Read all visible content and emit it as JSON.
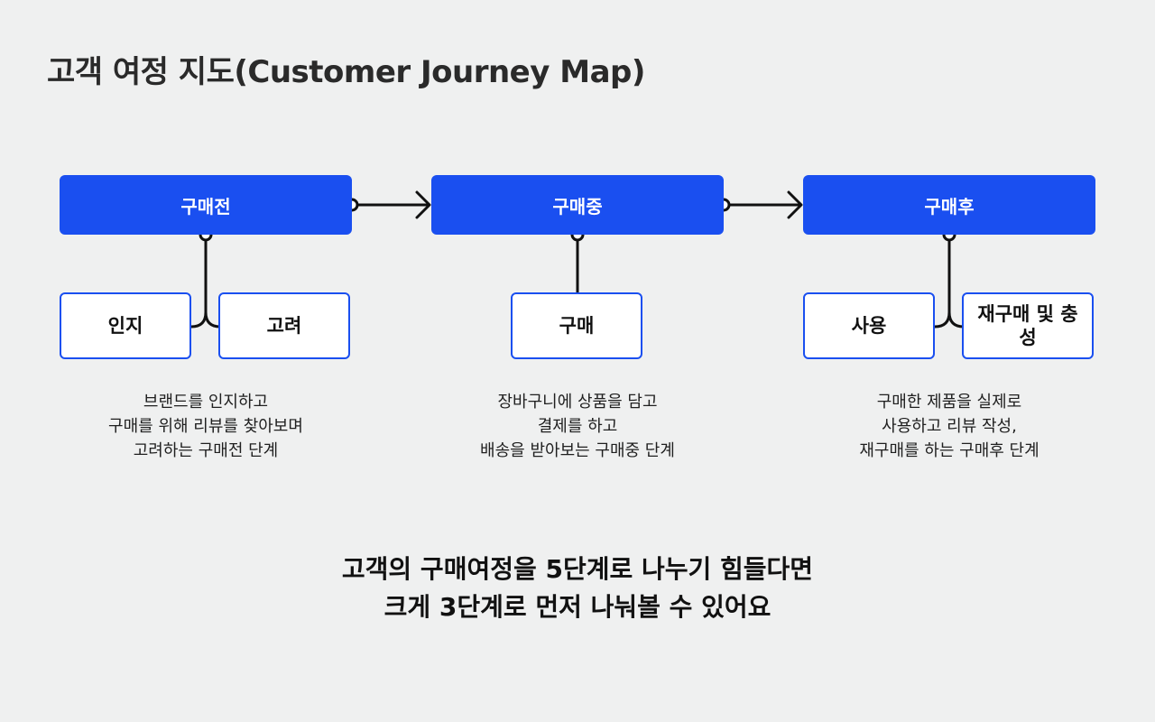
{
  "title": "고객 여정 지도(Customer Journey Map)",
  "stages": [
    {
      "label": "구매전",
      "steps": [
        "인지",
        "고려"
      ],
      "description": [
        "브랜드를 인지하고",
        "구매를 위해 리뷰를 찾아보며",
        "고려하는 구매전 단계"
      ]
    },
    {
      "label": "구매중",
      "steps": [
        "구매"
      ],
      "description": [
        "장바구니에 상품을 담고",
        "결제를 하고",
        "배송을 받아보는 구매중 단계"
      ]
    },
    {
      "label": "구매후",
      "steps": [
        "사용",
        "재구매 및 충성"
      ],
      "description": [
        "구매한 제품을 실제로",
        "사용하고 리뷰 작성,",
        "재구매를 하는 구매후 단계"
      ]
    }
  ],
  "summary": [
    "고객의 구매여정을 5단계로 나누기 힘들다면",
    "크게 3단계로 먼저 나눠볼 수 있어요"
  ],
  "colors": {
    "accent": "#1a4ff0",
    "background": "#eff0f0",
    "connector": "#111111"
  }
}
